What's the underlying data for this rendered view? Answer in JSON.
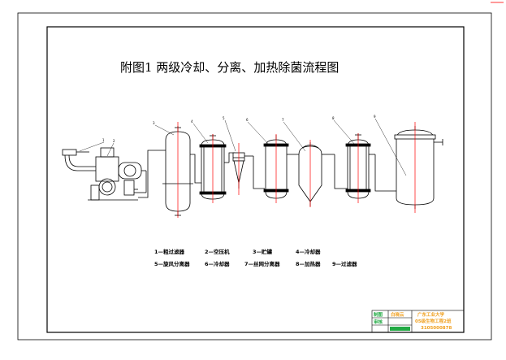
{
  "title": "附图1  两级冷却、分离、加热除菌流程图",
  "equipment_numbers": [
    "1",
    "2",
    "3",
    "4",
    "5",
    "6",
    "7",
    "8",
    "9"
  ],
  "legend": [
    "1—粗过滤器",
    "2—空压机",
    "3—贮罐",
    "4—冷却器",
    "5—旋风分离器",
    "6—冷却器",
    "7—丝网分离器",
    "8—加热器",
    "9—过滤器"
  ],
  "title_block": {
    "label_design": "制图",
    "label_check": "审核",
    "designer": "白晓云",
    "school": "广东工业大学",
    "major": "05级生物工程2班",
    "student_id": "3105000878"
  },
  "colors": {
    "frame": "#000000",
    "centerline": "#ff0000",
    "designer_text": "#f0a020",
    "title_block_green": "#22aa44",
    "corner_mark": "#ff0000"
  }
}
